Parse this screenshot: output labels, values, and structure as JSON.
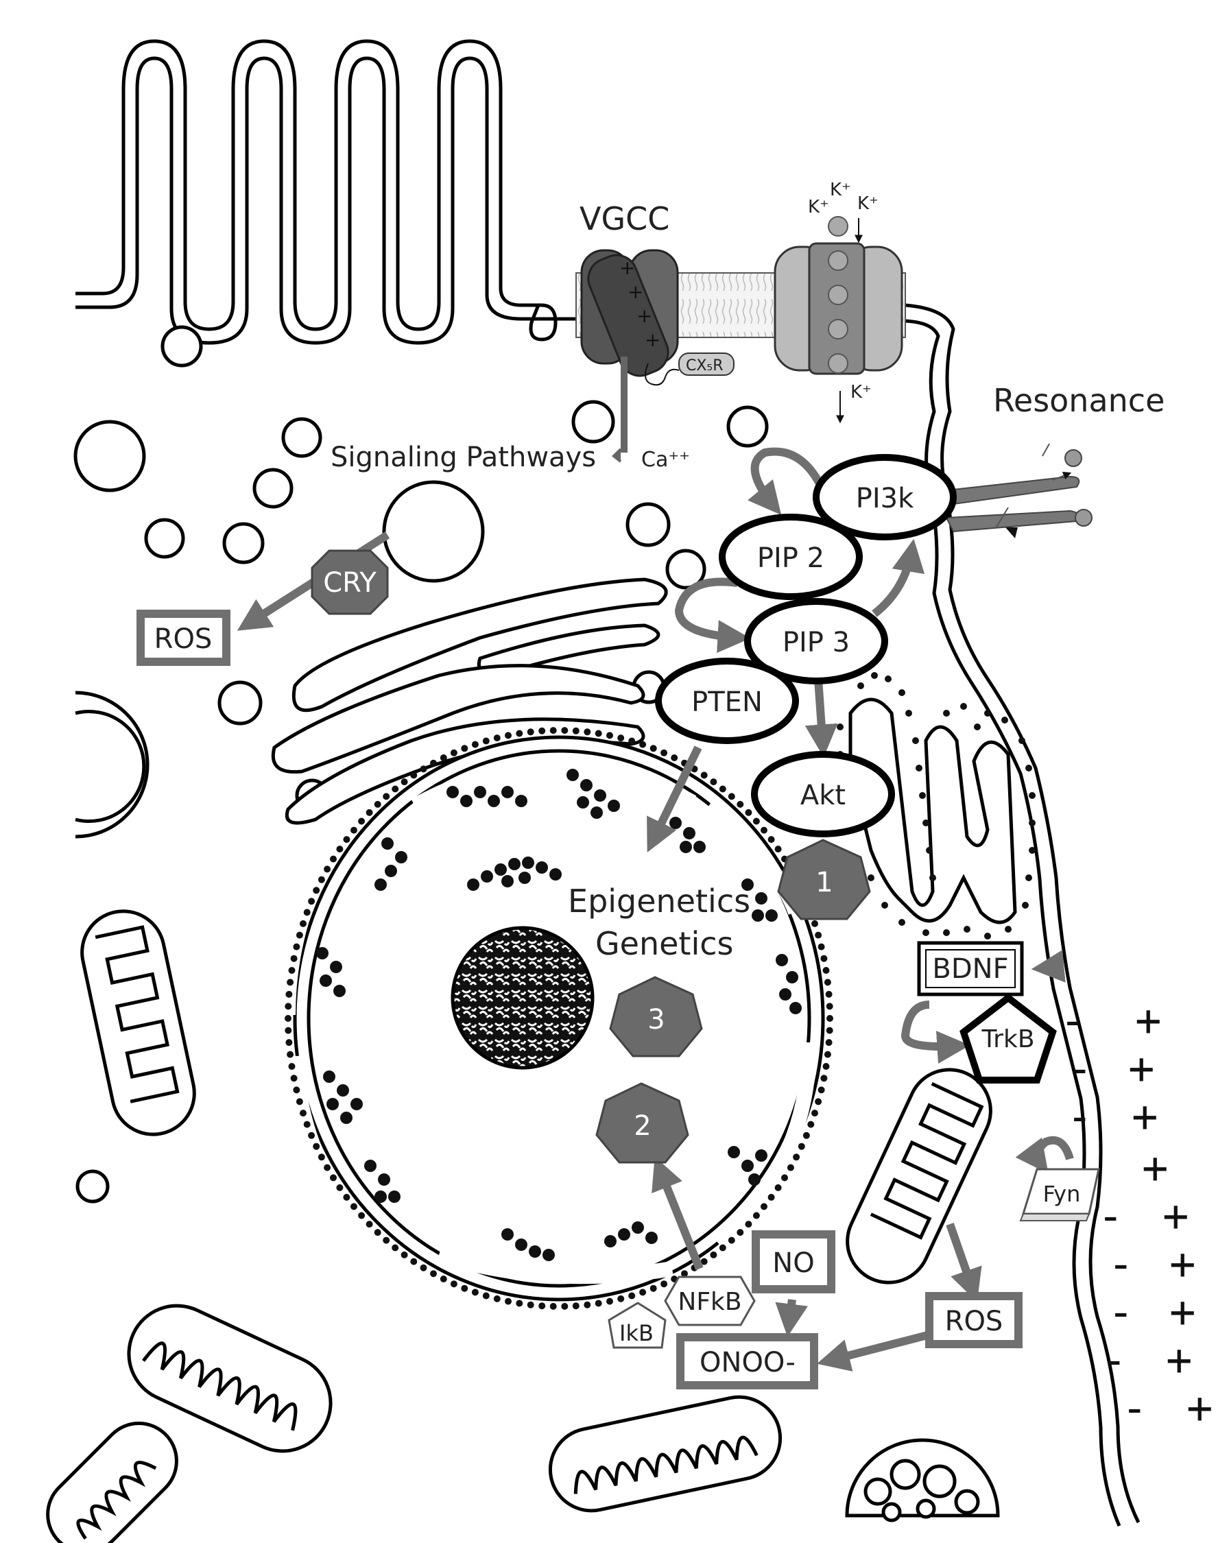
{
  "labels": {
    "vgcc": "VGCC",
    "resonance": "Resonance",
    "signaling": "Signaling Pathways",
    "ca": "Ca⁺⁺",
    "k_top1": "K⁺",
    "k_top2": "K⁺",
    "k_top3": "K⁺",
    "k_bottom": "K⁺",
    "cx5r": "CX₅R",
    "epigenetics": "Epigenetics",
    "genetics": "Genetics"
  },
  "nodes": {
    "pi3k": "PI3k",
    "pip2": "PIP 2",
    "pip3": "PIP 3",
    "pten": "PTEN",
    "akt": "Akt"
  },
  "boxes": {
    "ros_left": "ROS",
    "ros_right": "ROS",
    "no": "NO",
    "onoo": "ONOO-",
    "bdnf": "BDNF"
  },
  "shapes": {
    "cry": "CRY",
    "trkb": "TrkB",
    "nfkb": "NFkB",
    "ikb": "IkB",
    "fyn": "Fyn",
    "step1": "1",
    "step2": "2",
    "step3": "3"
  },
  "membrane_signs": {
    "minus": "-",
    "plus": "+"
  },
  "colors": {
    "arrow": "#707070",
    "polygon": "#6a6a6a",
    "outline": "#000000"
  }
}
